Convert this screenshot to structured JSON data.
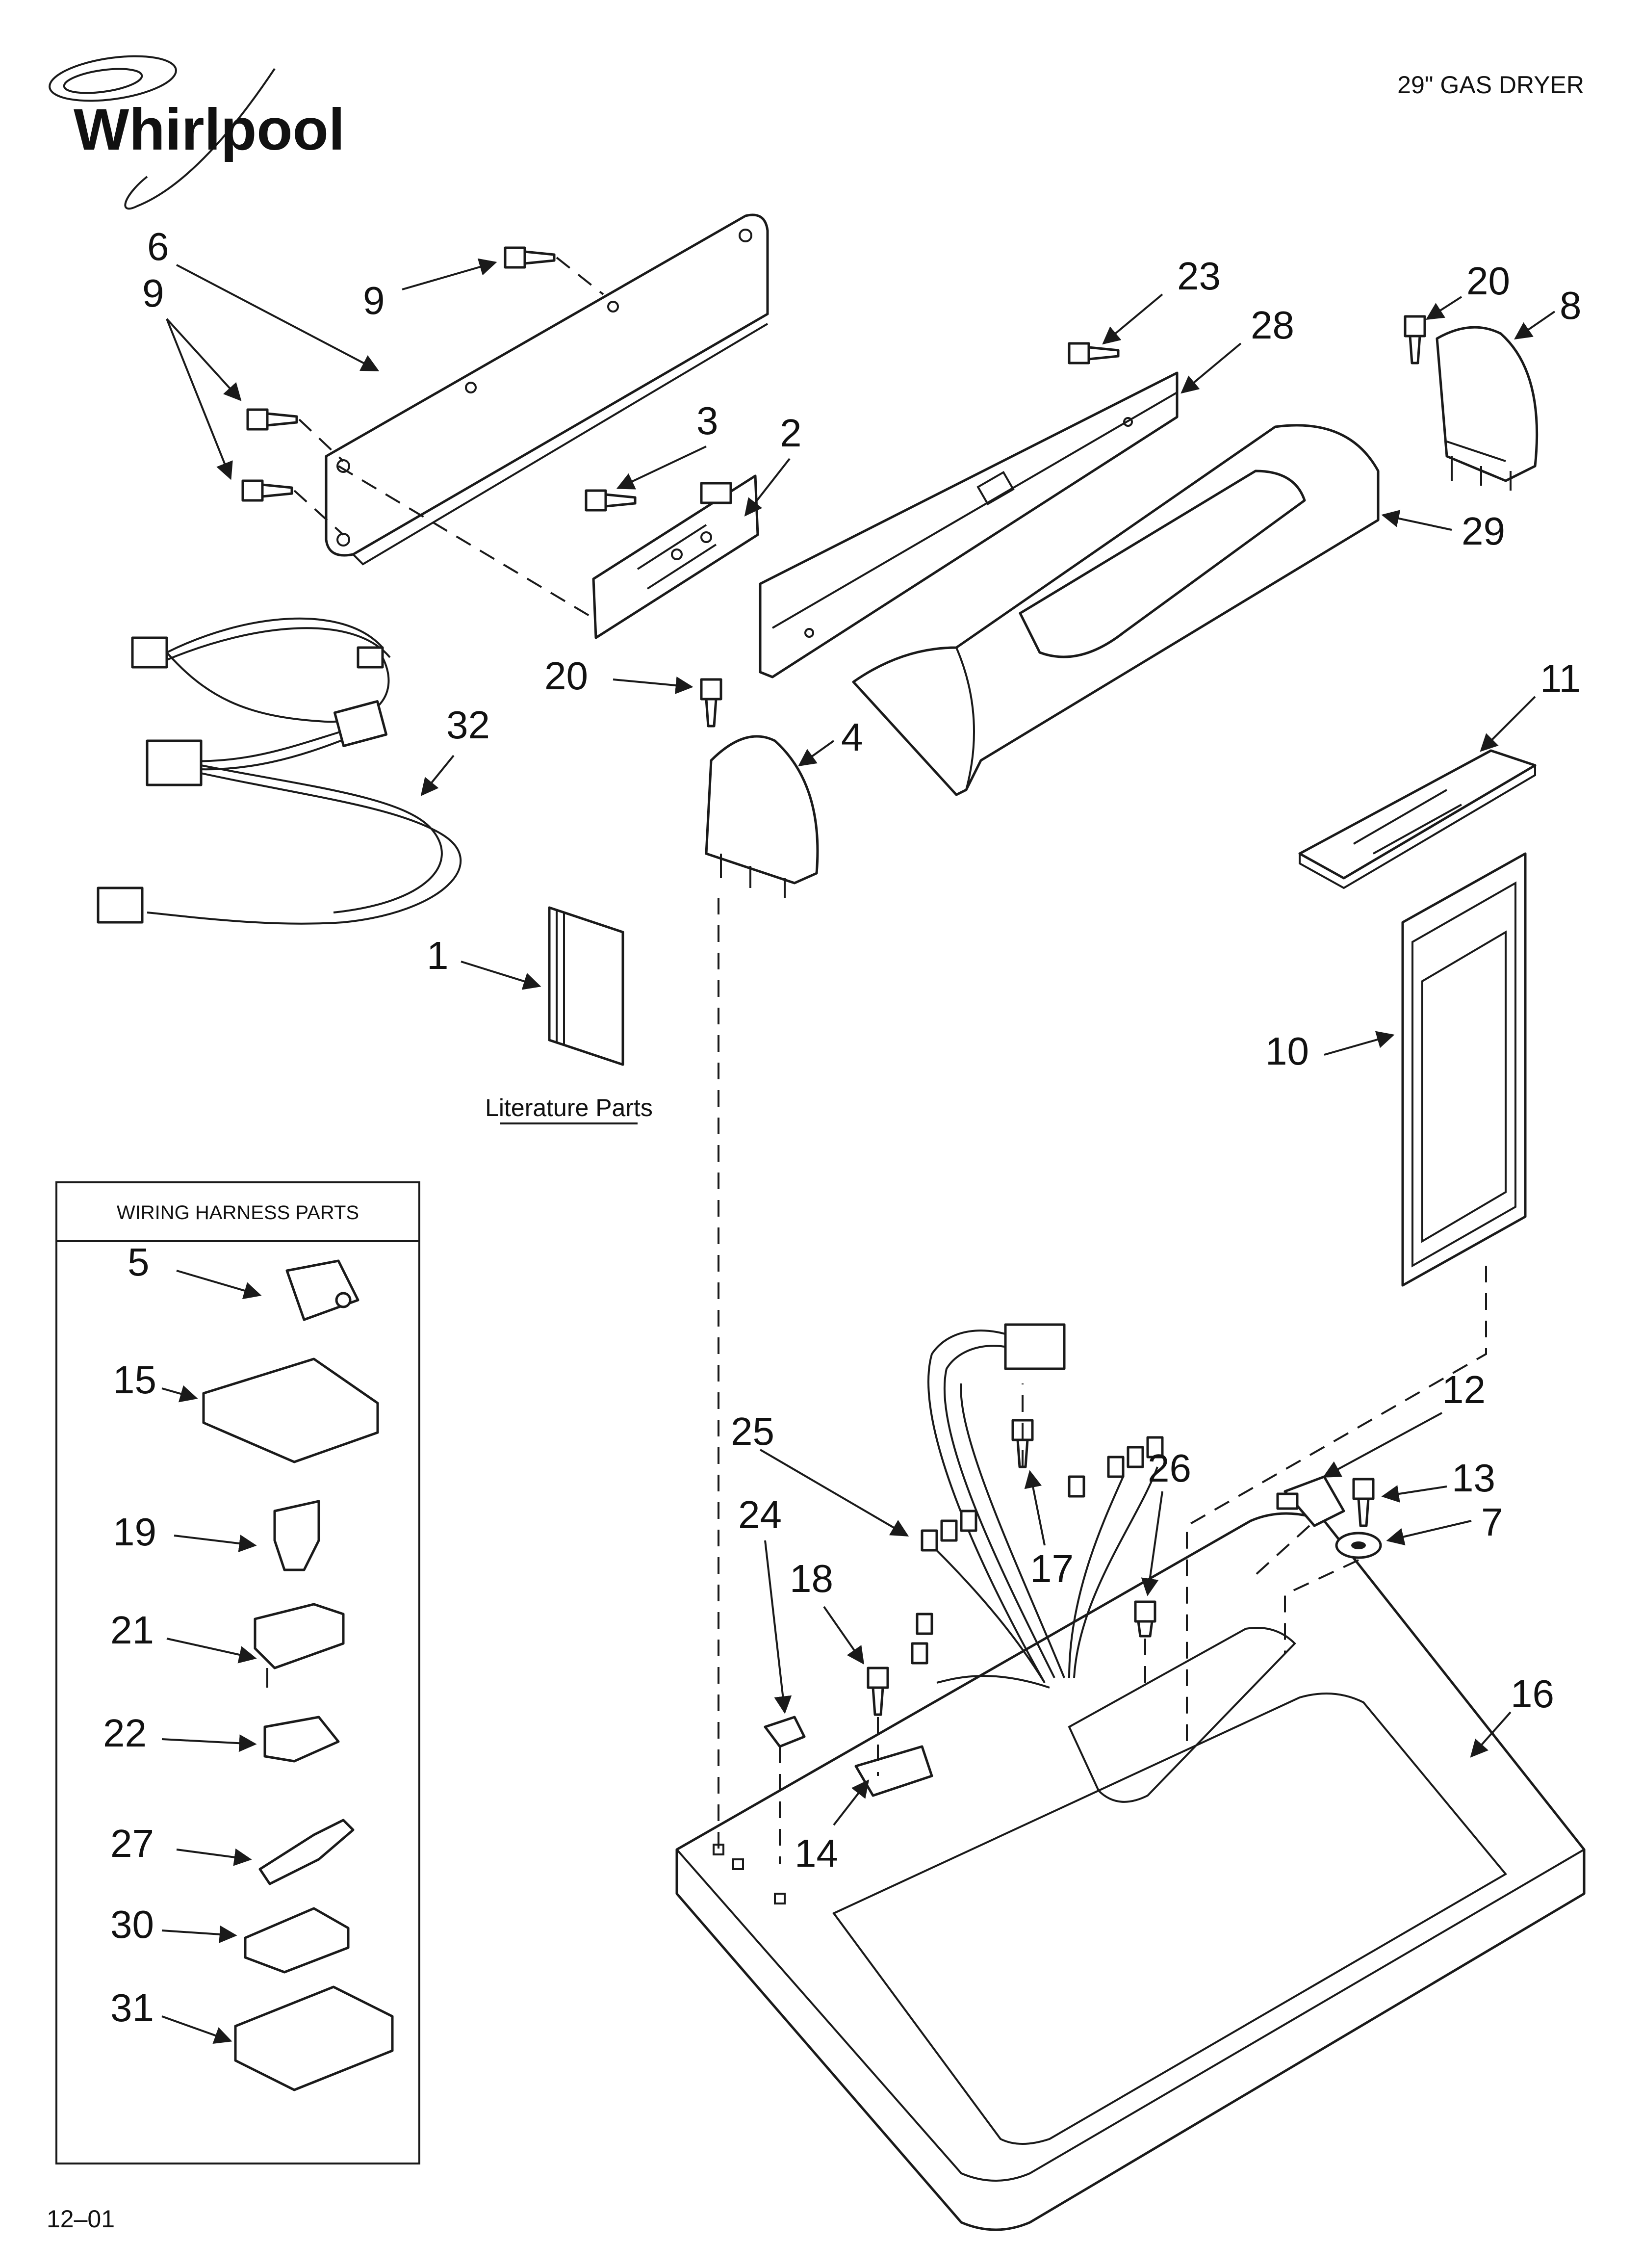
{
  "brand": {
    "logo_text": "Whirlpool"
  },
  "header": {
    "product": "29\" GAS DRYER"
  },
  "footer": {
    "date_code": "12–01"
  },
  "literature": {
    "label": "Literature Parts"
  },
  "wiring_box": {
    "title": "WIRING HARNESS PARTS",
    "items": [
      "5",
      "15",
      "19",
      "21",
      "22",
      "27",
      "30",
      "31"
    ]
  },
  "callouts": {
    "c1": "1",
    "c2": "2",
    "c3": "3",
    "c4": "4",
    "c6": "6",
    "c7": "7",
    "c8": "8",
    "c9a": "9",
    "c9b": "9",
    "c10": "10",
    "c11": "11",
    "c12": "12",
    "c13": "13",
    "c14": "14",
    "c16": "16",
    "c17": "17",
    "c18": "18",
    "c20a": "20",
    "c20b": "20",
    "c23": "23",
    "c24": "24",
    "c25": "25",
    "c26": "26",
    "c28": "28",
    "c29": "29",
    "c32": "32"
  }
}
